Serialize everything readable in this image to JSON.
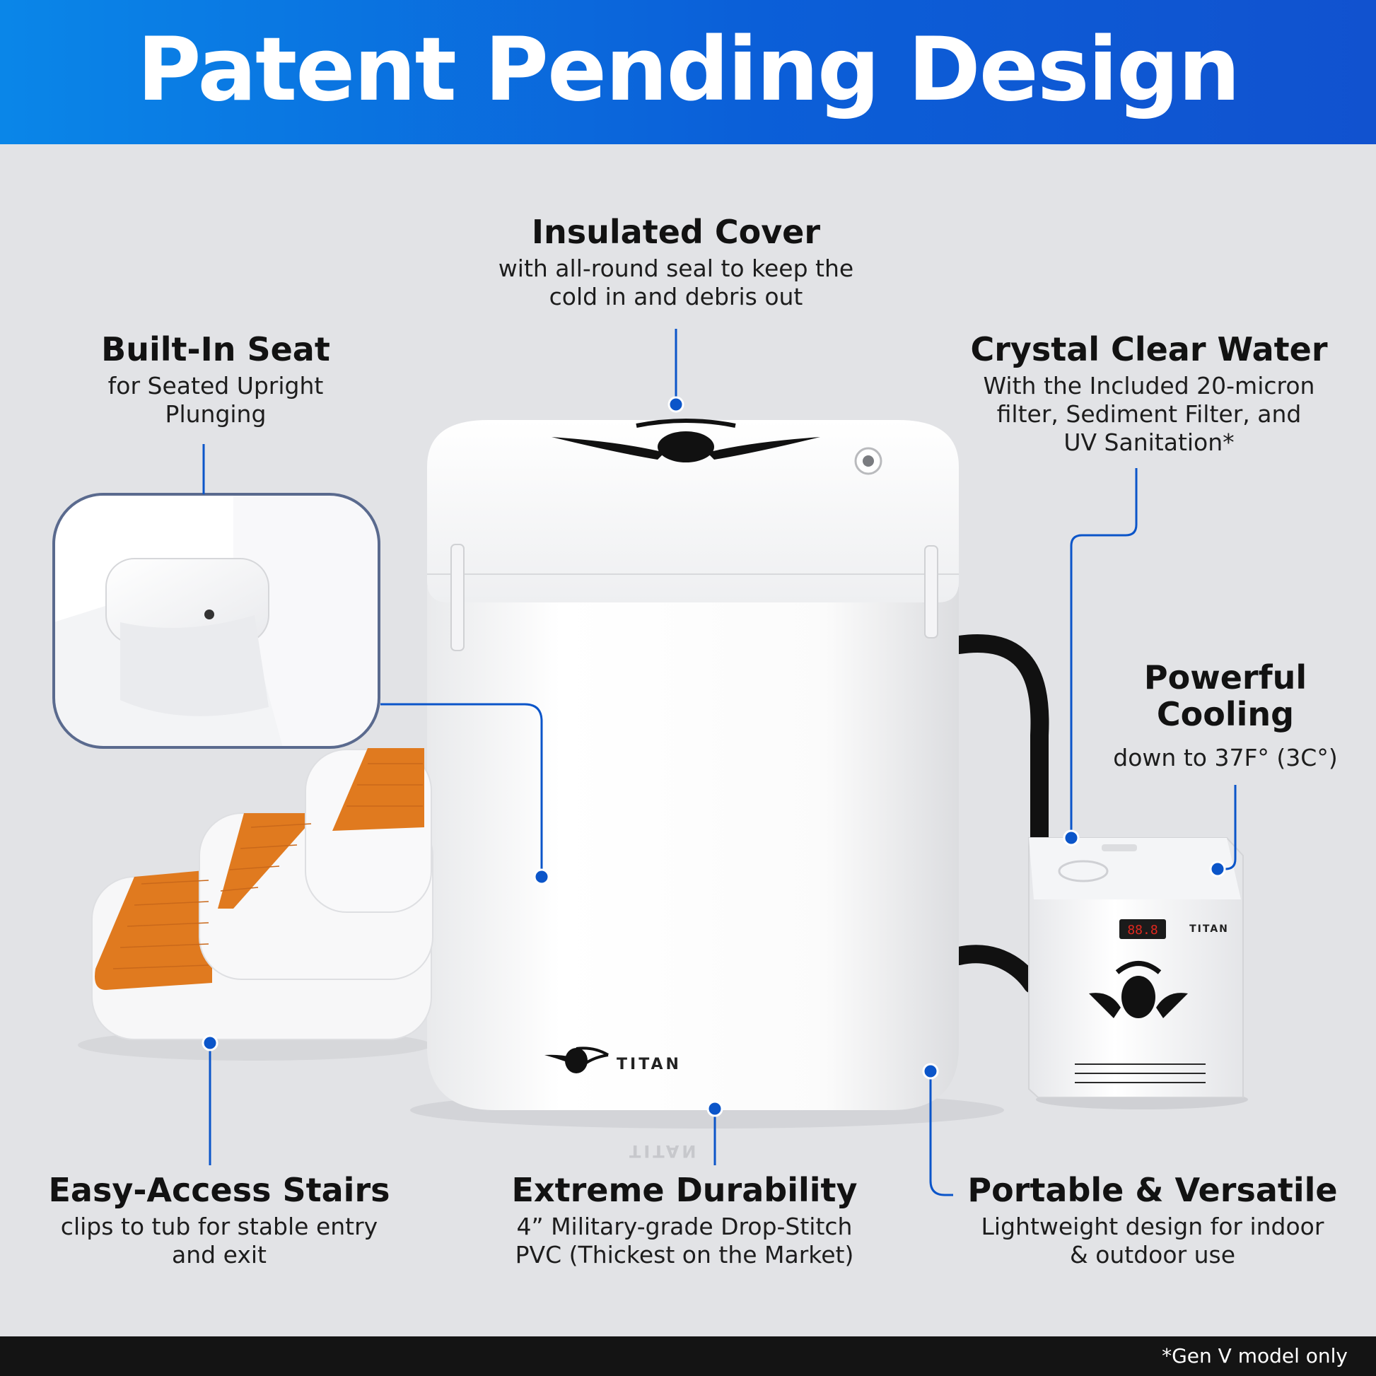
{
  "header": {
    "title": "Patent Pending Design"
  },
  "features": {
    "insulated_cover": {
      "title": "Insulated Cover",
      "desc_line1": "with all-round seal to keep the",
      "desc_line2": "cold in and debris out"
    },
    "built_in_seat": {
      "title": "Built-In Seat",
      "desc_line1": "for Seated Upright",
      "desc_line2": "Plunging"
    },
    "crystal_clear_water": {
      "title": "Crystal Clear Water",
      "desc_line1": "With the Included 20-micron",
      "desc_line2": "filter, Sediment Filter, and",
      "desc_line3": "UV Sanitation*"
    },
    "powerful_cooling": {
      "title_line1": "Powerful",
      "title_line2": "Cooling",
      "desc_line1": "down to 37F° (3C°)"
    },
    "easy_access_stairs": {
      "title": "Easy-Access Stairs",
      "desc_line1": "clips to tub for stable entry",
      "desc_line2": "and exit"
    },
    "extreme_durability": {
      "title": "Extreme Durability",
      "desc_line1": "4” Military-grade Drop-Stitch",
      "desc_line2": "PVC (Thickest on the Market)"
    },
    "portable_versatile": {
      "title": "Portable & Versatile",
      "desc_line1": "Lightweight design for indoor",
      "desc_line2": "& outdoor use"
    }
  },
  "product": {
    "tub_brand": "TITAN",
    "chiller_brand": "TITAN",
    "chiller_display": "88.8"
  },
  "footer": {
    "note": "*Gen V model only"
  },
  "colors": {
    "header_blue": "#0b5fd8",
    "callout_blue": "#0b55c9",
    "stair_orange": "#e07a1f",
    "footer_bg": "#141414"
  }
}
